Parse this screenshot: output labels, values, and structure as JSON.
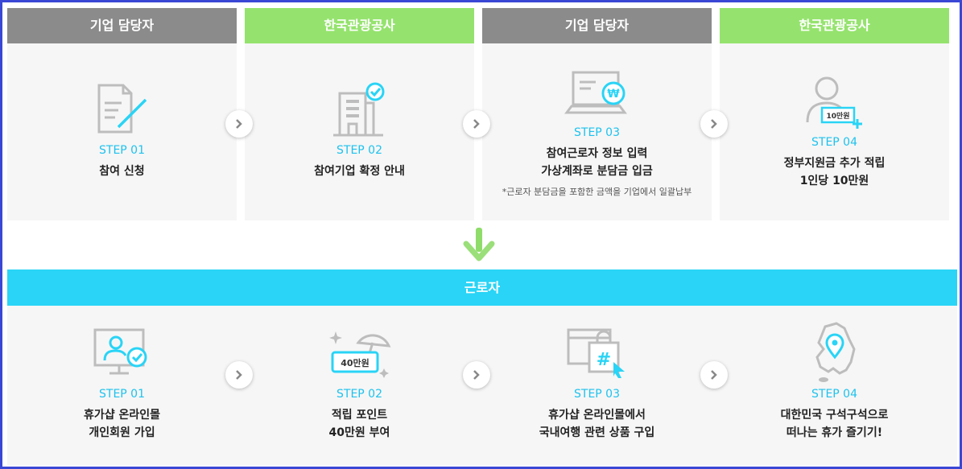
{
  "top_steps": [
    {
      "header": "기업 담당자",
      "step": "STEP 01",
      "title_lines": [
        "참여 신청"
      ],
      "note": "",
      "icon": "document-pen-icon"
    },
    {
      "header": "한국관광공사",
      "step": "STEP 02",
      "title_lines": [
        "참여기업 확정 안내"
      ],
      "note": "",
      "icon": "building-check-icon"
    },
    {
      "header": "기업 담당자",
      "step": "STEP 03",
      "title_lines": [
        "참여근로자 정보 입력",
        "가상계좌로 분담금 입금"
      ],
      "note": "*근로자 분담금을 포함한 금액을 기업에서 일괄납부",
      "icon": "laptop-won-icon"
    },
    {
      "header": "한국관광공사",
      "step": "STEP 04",
      "title_lines": [
        "정부지원금 추가 적립",
        "1인당 10만원"
      ],
      "note": "",
      "icon": "person-money-icon",
      "icon_badge": "10만원"
    }
  ],
  "worker_bar": {
    "label": "근로자"
  },
  "bottom_steps": [
    {
      "step": "STEP 01",
      "title_lines": [
        "휴가샵 온라인몰",
        "개인회원 가입"
      ],
      "icon": "monitor-user-check-icon"
    },
    {
      "step": "STEP 02",
      "title_lines": [
        "적립 포인트",
        "40만원 부여"
      ],
      "icon": "parasol-points-icon",
      "icon_badge": "40만원"
    },
    {
      "step": "STEP 03",
      "title_lines": [
        "휴가샵 온라인몰에서",
        "국내여행 관련 상품 구입"
      ],
      "icon": "shopping-bag-hash-icon"
    },
    {
      "step": "STEP 04",
      "title_lines": [
        "대한민국 구석구석으로",
        "떠나는 휴가 즐기기!"
      ],
      "icon": "korea-map-pin-icon"
    }
  ],
  "colors": {
    "border": "#3a47d5",
    "gray_header": "#8b8b8b",
    "green_header": "#95e36e",
    "accent_cyan": "#29d4f6",
    "step_text": "#1ec2ee"
  }
}
